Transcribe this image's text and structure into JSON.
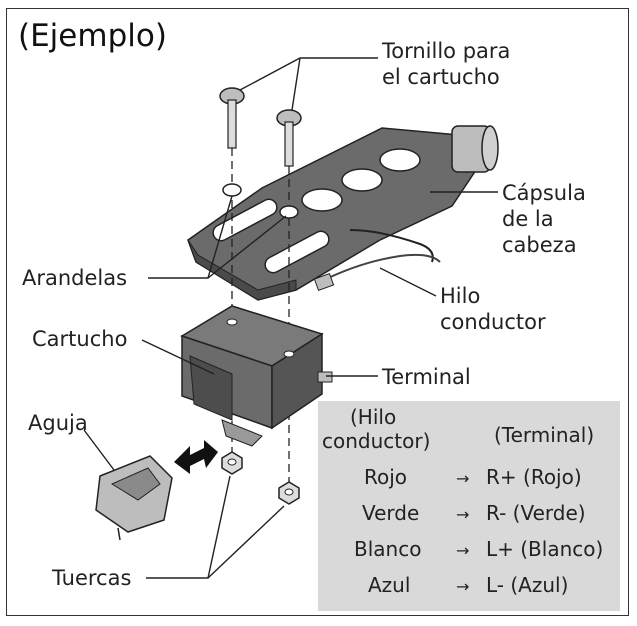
{
  "title": "(Ejemplo)",
  "labels": {
    "screw": [
      "Tornillo para",
      "el cartucho"
    ],
    "headshell": [
      "Cápsula",
      "de la",
      "cabeza"
    ],
    "washers": "Arandelas",
    "lead_wire": [
      "Hilo",
      "conductor"
    ],
    "cartridge": "Cartucho",
    "terminal": "Terminal",
    "stylus": "Aguja",
    "nuts": "Tuercas"
  },
  "wiring_table": {
    "header_left": [
      "(Hilo",
      "conductor)"
    ],
    "header_right": "(Terminal)",
    "arrow": "→",
    "rows": [
      {
        "wire": "Rojo",
        "terminal": "R+ (Rojo)"
      },
      {
        "wire": "Verde",
        "terminal": "R- (Verde)"
      },
      {
        "wire": "Blanco",
        "terminal": "L+ (Blanco)"
      },
      {
        "wire": "Azul",
        "terminal": "L- (Azul)"
      }
    ]
  },
  "colors": {
    "dark_metal": "#6b6b6b",
    "light_metal": "#bdbdbd",
    "table_bg": "#d9d9d9",
    "stroke": "#222222"
  }
}
